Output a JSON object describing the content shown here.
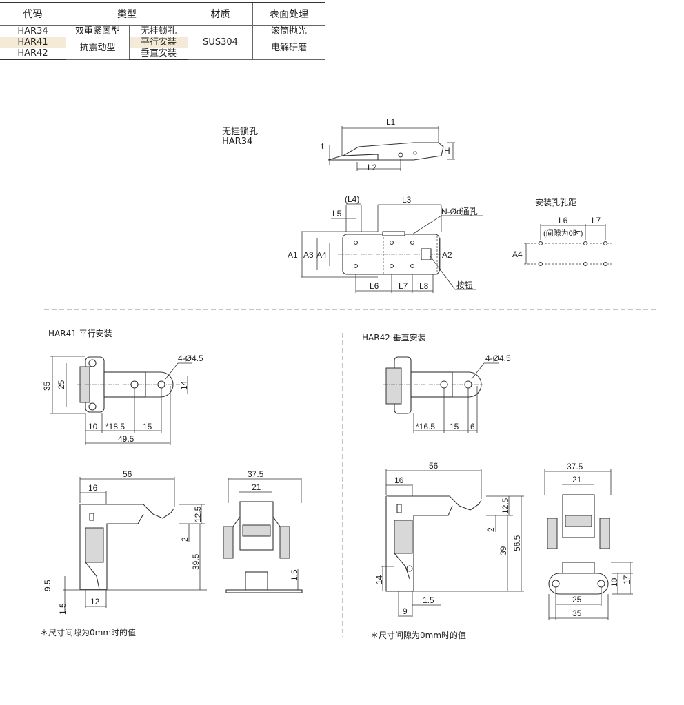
{
  "table": {
    "headers": [
      "代码",
      "类型",
      "材质",
      "表面处理"
    ],
    "rows": [
      {
        "code": "HAR34",
        "type_a": "双重紧固型",
        "type_b": "无挂锁孔",
        "surface": "滚筒抛光"
      },
      {
        "code": "HAR41",
        "type_a": "抗震动型",
        "type_b": "平行安装",
        "surface": "电解研磨"
      },
      {
        "code": "HAR42",
        "type_b": "垂直安装"
      }
    ],
    "material": "SUS304",
    "highlight_color": "#f3ead8"
  },
  "har34": {
    "title": "无挂锁孔",
    "code": "HAR34",
    "dims": {
      "L1": "L1",
      "L2": "L2",
      "t": "t",
      "H": "H",
      "L3": "L3",
      "L4": "(L4)",
      "L5": "L5",
      "L6": "L6",
      "L7": "L7",
      "L8": "L8",
      "A1": "A1",
      "A2": "A2",
      "A3": "A3",
      "A4": "A4"
    },
    "hole_note": "N-Ød通孔",
    "button": "按钮",
    "mount_title": "安装孔孔距",
    "mount_note": "(间隙为0时)"
  },
  "har41": {
    "title": "HAR41 平行安装",
    "holes": "4-Ø4.5",
    "plan_dims": [
      "35",
      "25",
      "14",
      "10",
      "*18.5",
      "15",
      "49.5"
    ],
    "side_dims": [
      "56",
      "16",
      "12.5",
      "2",
      "39.5",
      "9.5",
      "1.5",
      "12"
    ],
    "end_dims": [
      "37.5",
      "21",
      "1.5"
    ],
    "note": "＊尺寸间隙为0mm时的值"
  },
  "har42": {
    "title": "HAR42 垂直安装",
    "holes": "4-Ø4.5",
    "plan_dims": [
      "*16.5",
      "15",
      "6"
    ],
    "side_dims": [
      "56",
      "16",
      "12.5",
      "2",
      "39",
      "56.5",
      "14",
      "1.5",
      "9"
    ],
    "end_dims": [
      "37.5",
      "21",
      "10",
      "17",
      "25",
      "35"
    ],
    "note": "＊尺寸间隙为0mm时的值"
  }
}
